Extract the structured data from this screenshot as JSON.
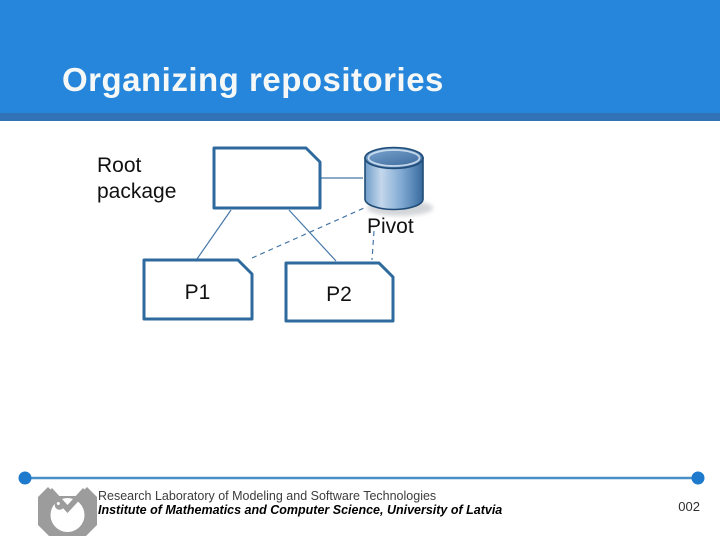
{
  "slide": {
    "title": "Organizing repositories",
    "colors": {
      "header_bg": "#2586DB",
      "header_stripe": "#3173B6",
      "box_border": "#2E6A9D",
      "connector_blue": "#4677A8",
      "cylinder_outline": "#1F4C78",
      "footer_line": "#4A8FC7",
      "footer_dot": "#1E7ACD",
      "logo_grey": "#9C9C9C"
    }
  },
  "diagram": {
    "root_package_label": "Root\npackage",
    "p1_label": "P1",
    "p2_label": "P2",
    "pivot_label": "Pivot"
  },
  "footer": {
    "lab_name": "Research Laboratory of Modeling and Software Technologies",
    "institute_name": "Institute of Mathematics and Computer Science, University of Latvia",
    "page_number": "002"
  }
}
